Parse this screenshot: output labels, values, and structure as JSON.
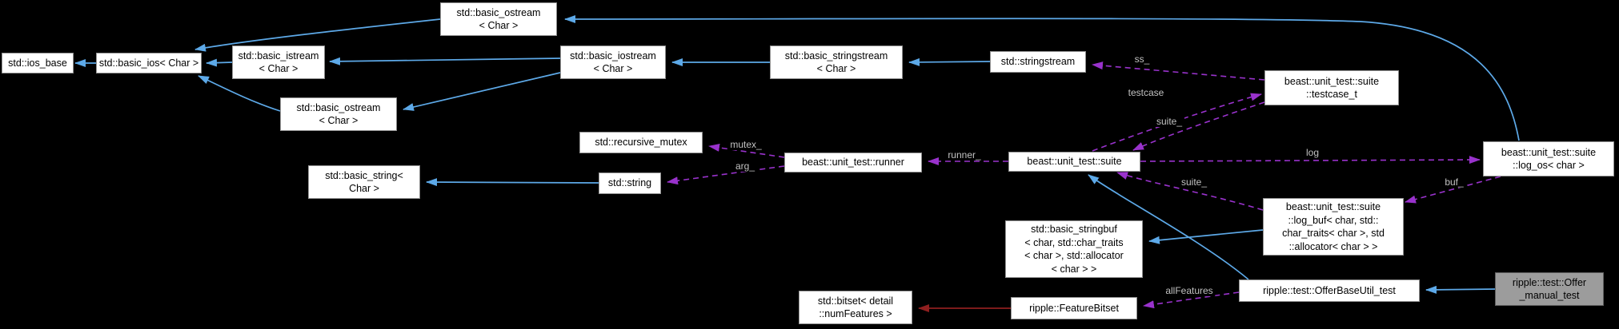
{
  "diagram": {
    "kind": "class-collaboration-graph",
    "current_class": "ripple::test::Offer_manual_test",
    "colors": {
      "background": "#000000",
      "inheritance_edge": "#5da9e8",
      "private_inheritance_edge": "#8f1f1f",
      "usage_edge": "#9932cc",
      "node_fill": "#ffffff",
      "node_border": "#919191",
      "current_node_fill": "#9c9c9c",
      "edge_label_color": "#c2c2c2"
    },
    "nodes": {
      "ios_base": {
        "label": "std::ios_base"
      },
      "basic_ios": {
        "label": "std::basic_ios< Char >"
      },
      "basic_istream": {
        "label": "std::basic_istream\n< Char >"
      },
      "ostream_top": {
        "label": "std::basic_ostream\n< Char >"
      },
      "ostream_low": {
        "label": "std::basic_ostream\n< Char >"
      },
      "basic_iostream": {
        "label": "std::basic_iostream\n< Char >"
      },
      "basic_stringstream": {
        "label": "std::basic_stringstream\n< Char >"
      },
      "stringstream": {
        "label": "std::stringstream"
      },
      "testcase_t": {
        "label": "beast::unit_test::suite\n::testcase_t"
      },
      "recursive_mutex": {
        "label": "std::recursive_mutex"
      },
      "basic_string": {
        "label": "std::basic_string<\nChar >"
      },
      "string": {
        "label": "std::string"
      },
      "runner": {
        "label": "beast::unit_test::runner"
      },
      "suite": {
        "label": "beast::unit_test::suite"
      },
      "log_os": {
        "label": "beast::unit_test::suite\n::log_os< char >"
      },
      "stringbuf": {
        "label": "std::basic_stringbuf\n< char, std::char_traits\n< char >, std::allocator\n< char > >"
      },
      "log_buf": {
        "label": "beast::unit_test::suite\n::log_buf< char, std::\nchar_traits< char >, std\n::allocator< char > >"
      },
      "bitset": {
        "label": "std::bitset< detail\n::numFeatures >"
      },
      "featurebitset": {
        "label": "ripple::FeatureBitset"
      },
      "offer_base": {
        "label": "ripple::test::OfferBaseUtil_test"
      },
      "offer_manual": {
        "label": "ripple::test::Offer\n_manual_test"
      }
    },
    "edge_labels": {
      "ss": {
        "text": "ss_"
      },
      "testcase": {
        "text": "testcase"
      },
      "suite_upper": {
        "text": "suite_"
      },
      "log": {
        "text": "log"
      },
      "suite_lower": {
        "text": "suite_"
      },
      "buf": {
        "text": "buf_"
      },
      "runner": {
        "text": "runner_"
      },
      "mutex": {
        "text": "mutex_"
      },
      "arg": {
        "text": "arg_"
      },
      "allFeatures": {
        "text": "allFeatures"
      }
    },
    "edges": [
      {
        "from": "basic_ios",
        "to": "ios_base",
        "type": "public-inheritance"
      },
      {
        "from": "basic_istream",
        "to": "basic_ios",
        "type": "public-inheritance"
      },
      {
        "from": "ostream_top",
        "to": "basic_ios",
        "type": "public-inheritance"
      },
      {
        "from": "ostream_low",
        "to": "basic_ios",
        "type": "public-inheritance"
      },
      {
        "from": "basic_iostream",
        "to": "basic_istream",
        "type": "public-inheritance"
      },
      {
        "from": "basic_iostream",
        "to": "ostream_low",
        "type": "public-inheritance"
      },
      {
        "from": "basic_stringstream",
        "to": "basic_iostream",
        "type": "public-inheritance"
      },
      {
        "from": "stringstream",
        "to": "basic_stringstream",
        "type": "public-inheritance"
      },
      {
        "from": "log_os",
        "to": "ostream_top",
        "type": "public-inheritance"
      },
      {
        "from": "log_buf",
        "to": "stringbuf",
        "type": "public-inheritance"
      },
      {
        "from": "offer_base",
        "to": "suite",
        "type": "public-inheritance"
      },
      {
        "from": "offer_manual",
        "to": "offer_base",
        "type": "public-inheritance"
      },
      {
        "from": "string",
        "to": "basic_string",
        "type": "public-inheritance"
      },
      {
        "from": "featurebitset",
        "to": "bitset",
        "type": "private-inheritance"
      },
      {
        "from": "testcase_t",
        "to": "stringstream",
        "type": "usage",
        "label": "ss_"
      },
      {
        "from": "suite",
        "to": "testcase_t",
        "type": "usage",
        "label": "testcase"
      },
      {
        "from": "testcase_t",
        "to": "suite",
        "type": "usage",
        "label": "suite_"
      },
      {
        "from": "suite",
        "to": "log_os",
        "type": "usage",
        "label": "log"
      },
      {
        "from": "log_buf",
        "to": "suite",
        "type": "usage",
        "label": "suite_"
      },
      {
        "from": "log_os",
        "to": "log_buf",
        "type": "usage",
        "label": "buf_"
      },
      {
        "from": "suite",
        "to": "runner",
        "type": "usage",
        "label": "runner_"
      },
      {
        "from": "runner",
        "to": "recursive_mutex",
        "type": "usage",
        "label": "mutex_"
      },
      {
        "from": "runner",
        "to": "string",
        "type": "usage",
        "label": "arg_"
      },
      {
        "from": "offer_base",
        "to": "featurebitset",
        "type": "usage",
        "label": "allFeatures"
      }
    ]
  }
}
